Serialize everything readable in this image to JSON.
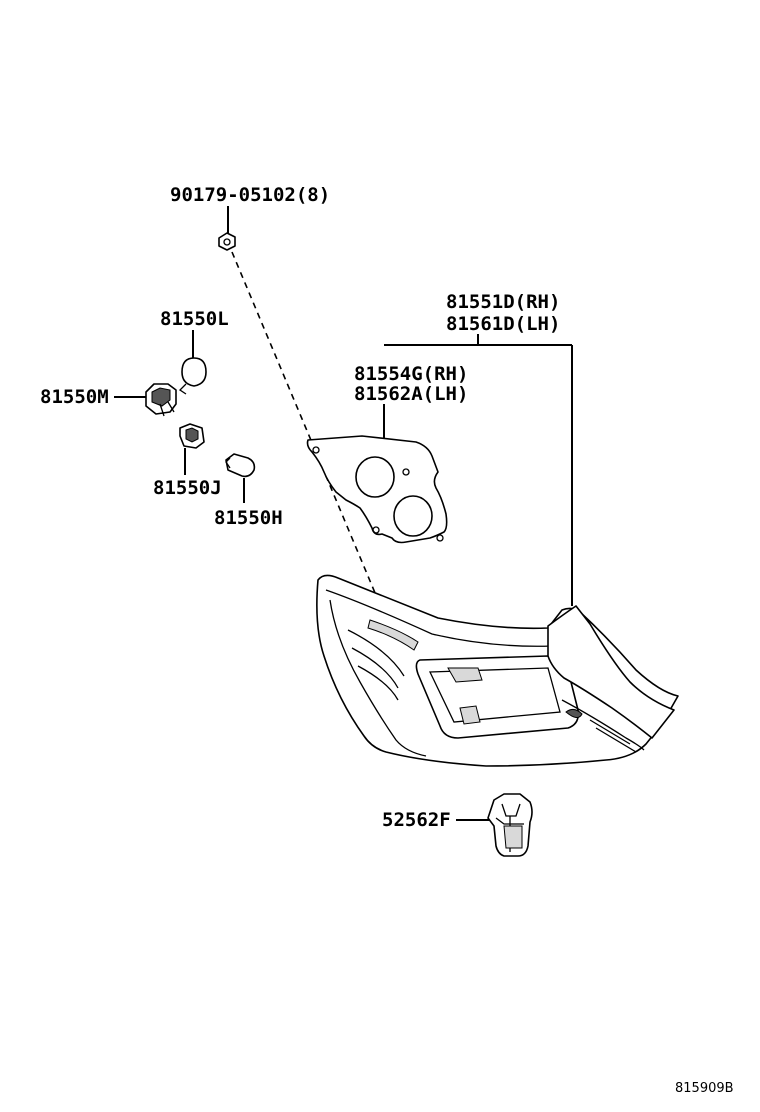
{
  "part_labels": {
    "screw": "90179-05102(8)",
    "bulb_l": "81550L",
    "socket_m": "81550M",
    "socket_j": "81550J",
    "bulb_h": "81550H",
    "lamp_rh": "81551D(RH)",
    "lamp_lh": "81561D(LH)",
    "gasket_rh": "81554G(RH)",
    "gasket_lh": "81562A(LH)",
    "clip": "52562F"
  },
  "diagram_id": "815909B"
}
